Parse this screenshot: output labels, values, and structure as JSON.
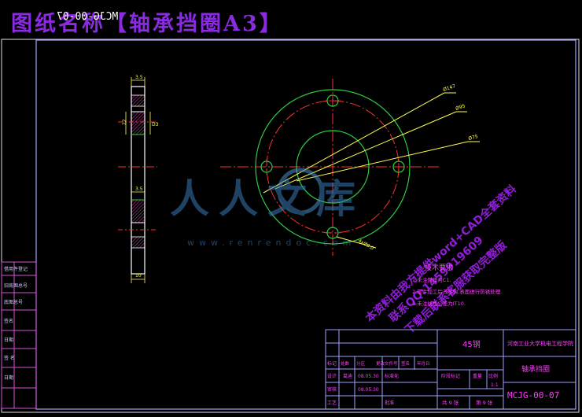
{
  "header": {
    "prefix": "图纸名称",
    "bracket_open": "【",
    "name": "轴承挡圈A3",
    "bracket_close": "】",
    "mirror_code": "MCJG-00-07"
  },
  "dims": {
    "side_top": "3.5",
    "side_left": "22",
    "side_right": "D3",
    "side_mid": "3.5",
    "side_bottom": "10",
    "d1": "Ø147",
    "d2": "Ø95",
    "d3": "Ø75",
    "d4": "4xØ9.0"
  },
  "requirements": {
    "title": "技术要求",
    "line1": "1.未注倒角为C1.",
    "line2": "2.零件加工后去毛刺,表面进行防锈处理.",
    "line3": "3.未注线性公差为IT10."
  },
  "watermark": {
    "text": "人人文库",
    "url": "www.renrendoc.com",
    "diag1": "本资料由我方提供word+CAD全套资料",
    "diag2": "联系QQ:1459919609",
    "diag3": "下载后联系客服获取完整版"
  },
  "left_strip": [
    "借用件登记",
    "旧底图总号",
    "底图总号",
    "签名",
    "日期",
    "签 名",
    "日期"
  ],
  "title_block": {
    "material": "45钢",
    "school": "河南工业大学机电工程学院",
    "part_name": "轴承挡圈",
    "drawing_no": "MCJG-00-07",
    "scale_label": "比例",
    "scale_value": "1:1",
    "weight_label": "重量",
    "stage_label": "阶段标记",
    "sheets_total": "共 9 张",
    "sheet_no": "第 9 张",
    "row_labels": [
      "标记",
      "设计",
      "审核",
      "工艺"
    ],
    "col_labels": [
      "处数",
      "分区",
      "更改文件号",
      "签名",
      "年月日"
    ],
    "designer_name": "葛迪",
    "designer_date": "08.05.30",
    "review_date": "08.05.30",
    "std_label": "标准化",
    "approve_label": "批准"
  }
}
